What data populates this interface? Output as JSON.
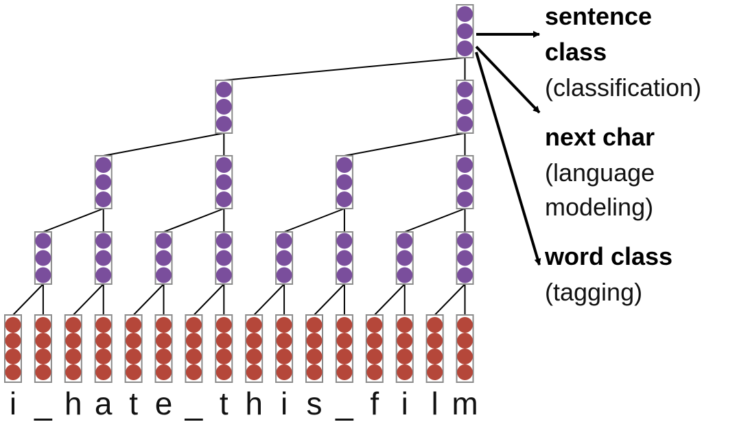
{
  "characters": [
    "i",
    "_",
    "h",
    "a",
    "t",
    "e",
    "_",
    "t",
    "h",
    "i",
    "s",
    "_",
    "f",
    "i",
    "l",
    "m"
  ],
  "outputs": [
    {
      "bold": "sentence",
      "bold2": "class",
      "normal": "(classification)",
      "normal2": ""
    },
    {
      "bold": "next char",
      "bold2": "",
      "normal": "(language",
      "normal2": "modeling)"
    },
    {
      "bold": "word class",
      "bold2": "",
      "normal": "(tagging)",
      "normal2": ""
    }
  ],
  "colors": {
    "char_node": "#b5473a",
    "hidden_node": "#7a4e9c",
    "box_border": "#8a8a8a",
    "edge": "#000000"
  }
}
